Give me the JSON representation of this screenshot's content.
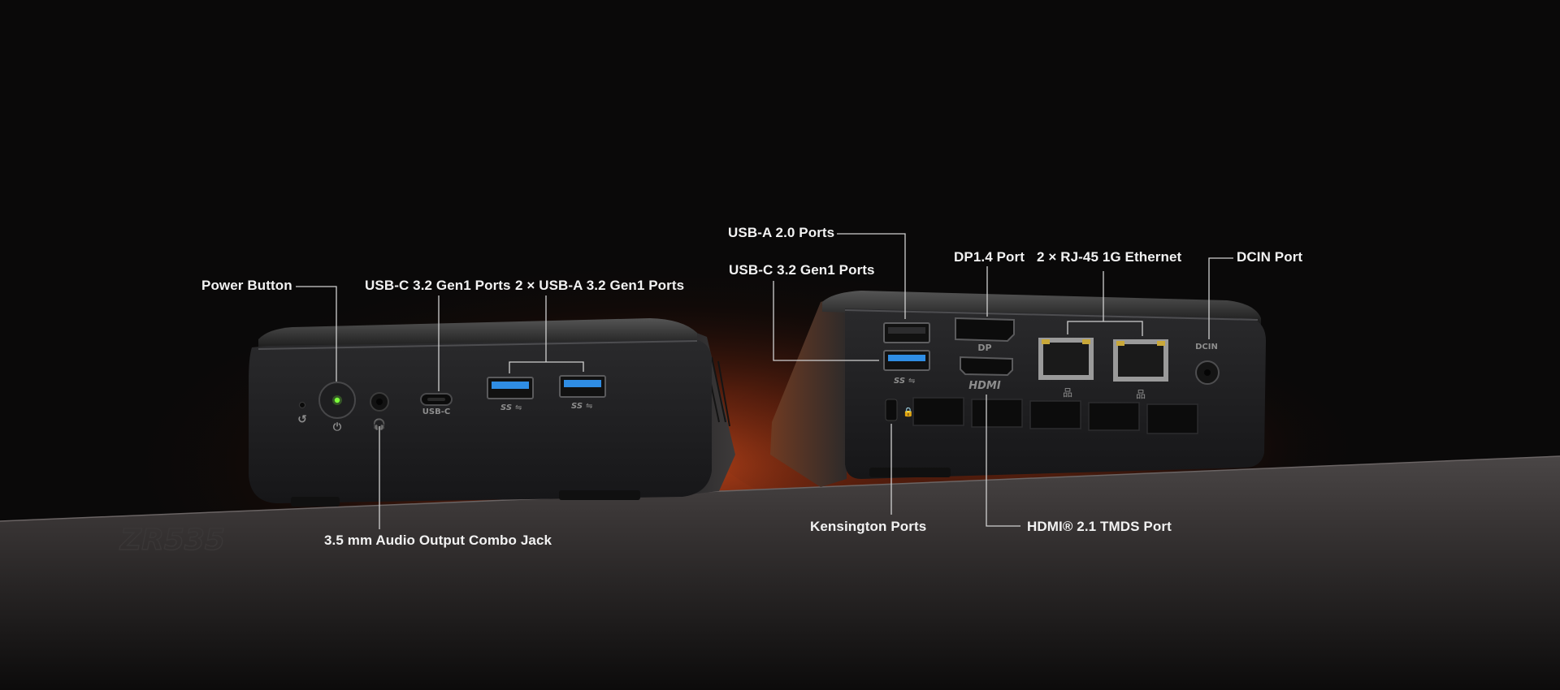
{
  "product": {
    "model_marking": "ZR535"
  },
  "front_device": {
    "callouts": {
      "power_button": "Power Button",
      "usb_c": "USB-C 3.2 Gen1 Ports",
      "usb_a": "2 × USB-A 3.2 Gen1 Ports",
      "audio_jack": "3.5 mm Audio Output Combo Jack"
    },
    "port_marks": {
      "usb_c": "USB-C",
      "superspeed": "SS"
    }
  },
  "rear_device": {
    "callouts": {
      "usb_a_20": "USB-A 2.0 Ports",
      "usb_c": "USB-C 3.2 Gen1 Ports",
      "dp": "DP1.4 Port",
      "ethernet": "2 × RJ-45 1G Ethernet",
      "dcin": "DCIN Port",
      "kensington": "Kensington Ports",
      "hdmi": "HDMI® 2.1 TMDS Port"
    },
    "port_marks": {
      "dp": "DP",
      "hdmi": "HDMI",
      "dcin": "DCIN",
      "superspeed": "SS"
    }
  },
  "colors": {
    "background": "#0a0909",
    "glow": "#c2461a",
    "device_body": "#1c1c1e",
    "callout_text": "#f2f2f2",
    "callout_line": "#d0d0d0",
    "usb3_blue": "#2f8de4",
    "power_led": "#7cff3a"
  }
}
